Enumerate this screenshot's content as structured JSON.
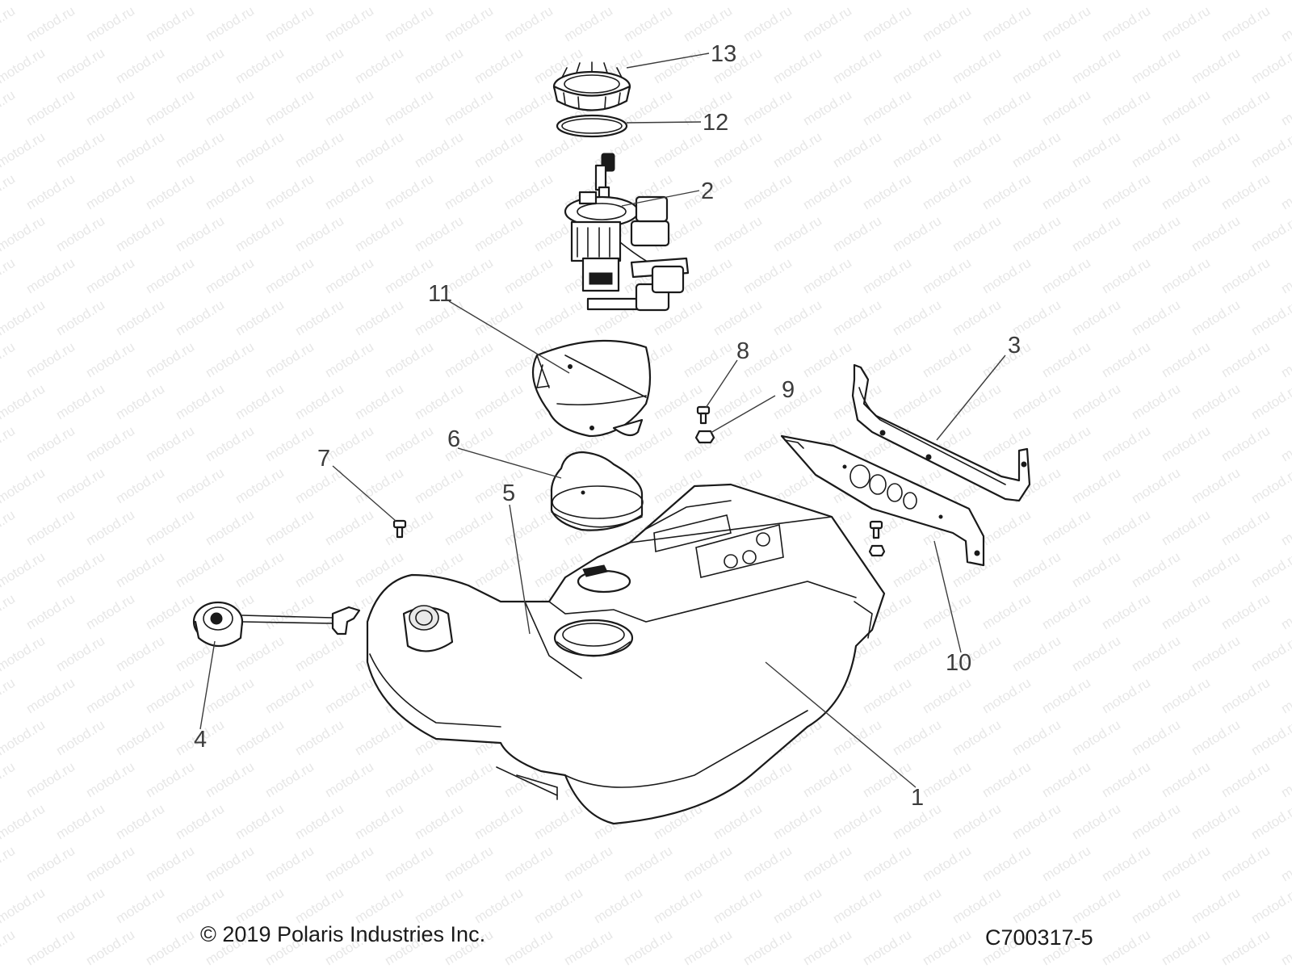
{
  "watermark": "motod.ru",
  "footer": {
    "copyright": "© 2019 Polaris Industries Inc.",
    "diagram_code": "C700317-5"
  },
  "callouts": [
    {
      "id": "1",
      "label": "1"
    },
    {
      "id": "2",
      "label": "2"
    },
    {
      "id": "3",
      "label": "3"
    },
    {
      "id": "4",
      "label": "4"
    },
    {
      "id": "5",
      "label": "5"
    },
    {
      "id": "6",
      "label": "6"
    },
    {
      "id": "7",
      "label": "7"
    },
    {
      "id": "8",
      "label": "8"
    },
    {
      "id": "9",
      "label": "9"
    },
    {
      "id": "10",
      "label": "10"
    },
    {
      "id": "11",
      "label": "11"
    },
    {
      "id": "12",
      "label": "12"
    },
    {
      "id": "13",
      "label": "13"
    }
  ]
}
